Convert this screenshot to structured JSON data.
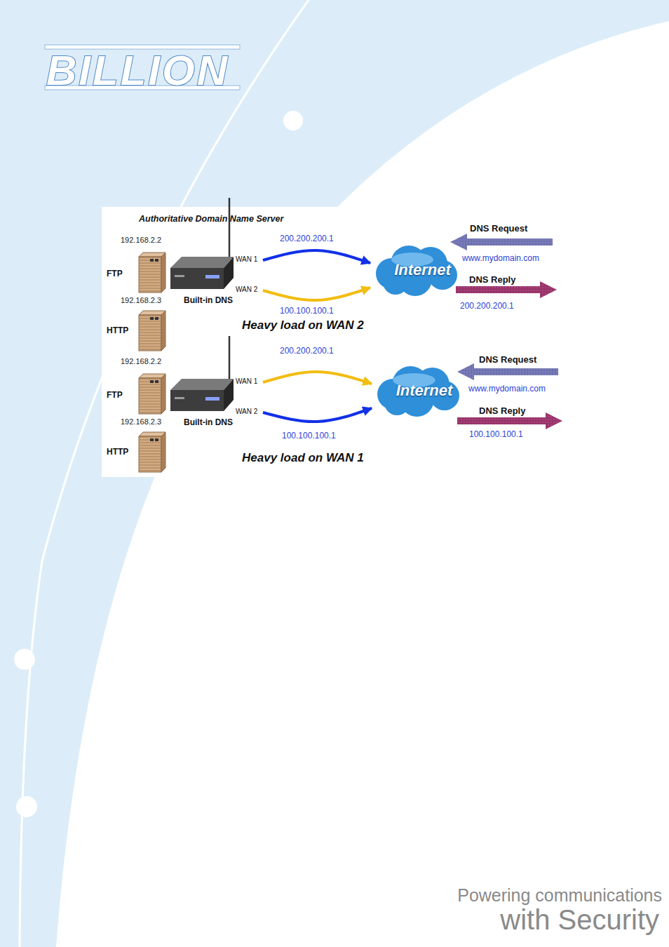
{
  "diagram": {
    "title": "Authoritative Domain Name Server",
    "nodes": [
      {
        "text": [
          "192.168.2.2",
          "FTP"
        ]
      },
      {
        "text": [
          "192.168.2.3",
          "HTTP"
        ]
      },
      {
        "text": [
          "WAN 1",
          "WAN 2",
          "Built-in DNS"
        ]
      },
      {
        "text": [
          "Internet"
        ]
      },
      {
        "text": [
          "192.168.2.2",
          "FTP"
        ]
      },
      {
        "text": [
          "192.168.2.3",
          "HTTP"
        ]
      },
      {
        "text": [
          "WAN 1",
          "WAN 2",
          "Built-in DNS"
        ]
      },
      {
        "text": [
          "Internet"
        ]
      }
    ],
    "edges": [
      {
        "from": 2,
        "to": 3,
        "arrow": "to",
        "label": "200.200.200.1"
      },
      {
        "from": 2,
        "to": 3,
        "arrow": "to",
        "label": "100.100.100.1"
      },
      {
        "from": 6,
        "to": 7,
        "arrow": "to",
        "label": "200.200.200.1"
      },
      {
        "from": 6,
        "to": 7,
        "arrow": "to",
        "label": "100.100.100.1"
      }
    ],
    "labels": [
      "BILLION",
      "DNS Request",
      "www.mydomain.com",
      "DNS Reply",
      "200.200.200.1",
      "Heavy load on WAN 2",
      "DNS Request",
      "www.mydomain.com",
      "DNS Reply",
      "100.100.100.1",
      "Heavy load on WAN 1",
      "Powering communications",
      "with Security"
    ]
  }
}
